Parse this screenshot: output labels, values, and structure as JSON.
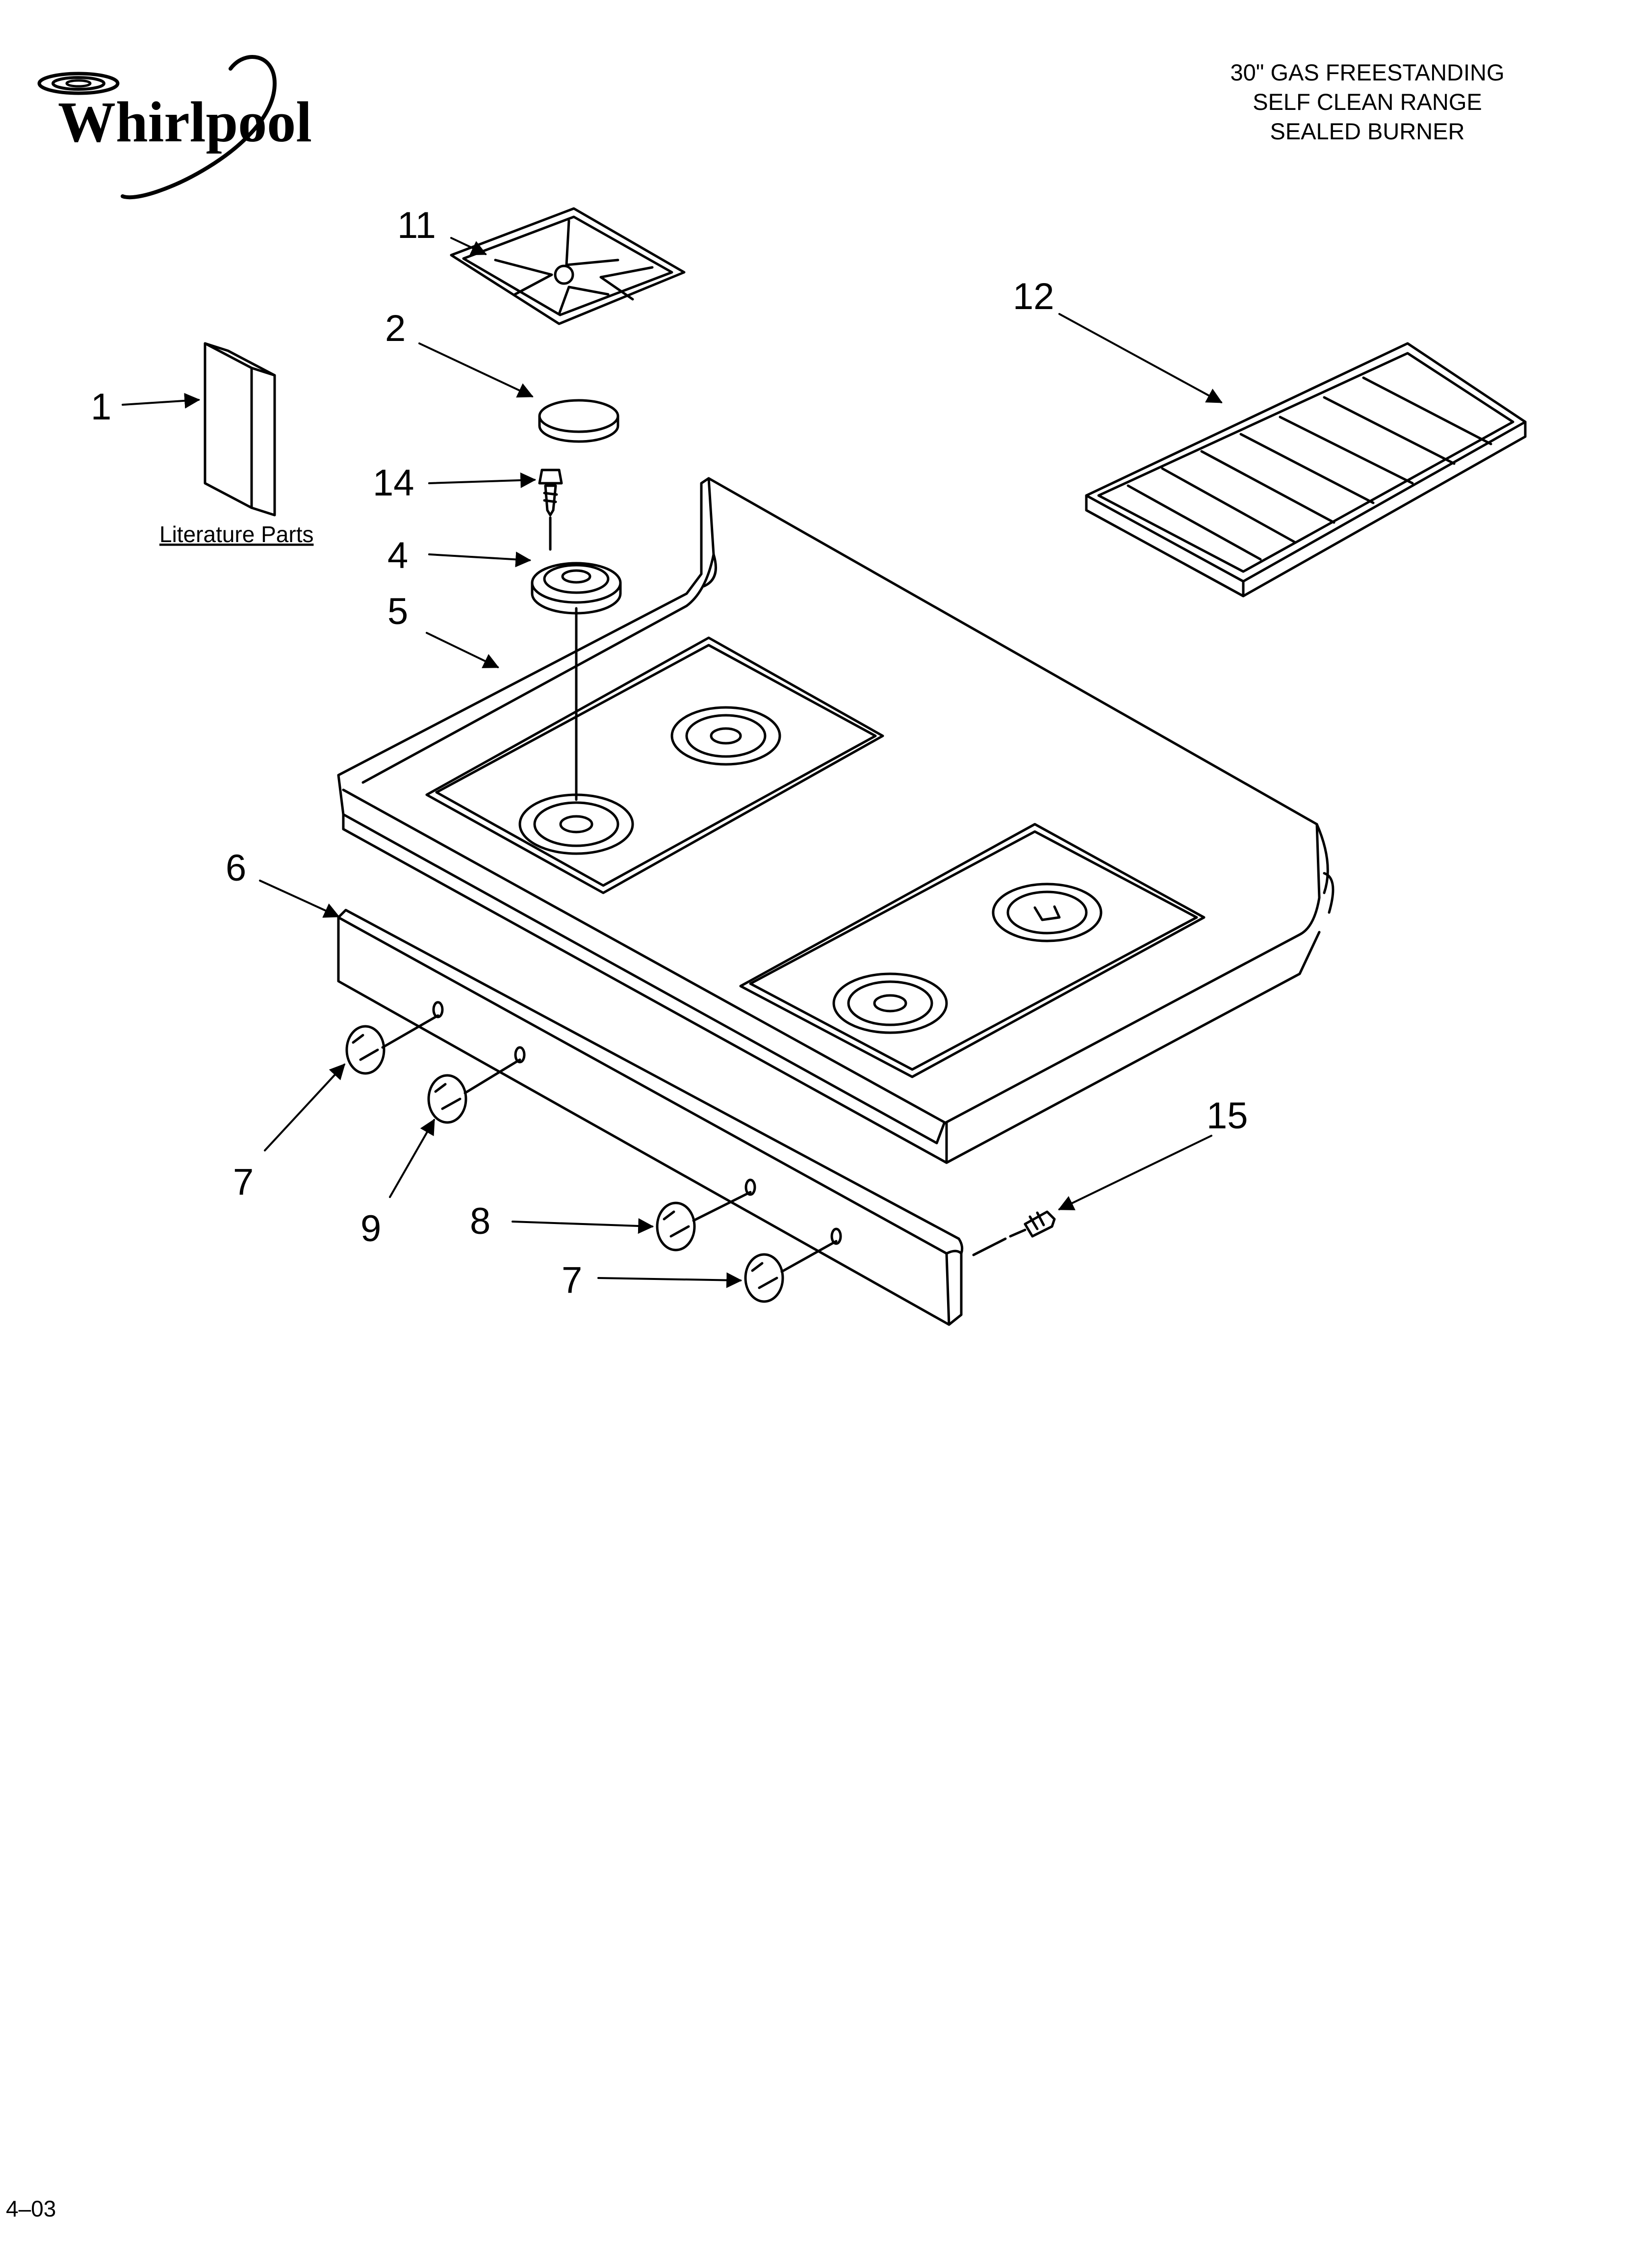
{
  "brand": {
    "name": "Whirlpool",
    "logo_lettering": "Whirlpool"
  },
  "title": [
    "30\" GAS FREESTANDING",
    "SELF CLEAN RANGE",
    "SEALED BURNER"
  ],
  "literature_label": "Literature Parts",
  "footer_code": "4–03",
  "callouts": {
    "c1": "1",
    "c2": "2",
    "c4": "4",
    "c5": "5",
    "c6": "6",
    "c7a": "7",
    "c7b": "7",
    "c8": "8",
    "c9": "9",
    "c11": "11",
    "c12": "12",
    "c14": "14",
    "c15": "15"
  }
}
